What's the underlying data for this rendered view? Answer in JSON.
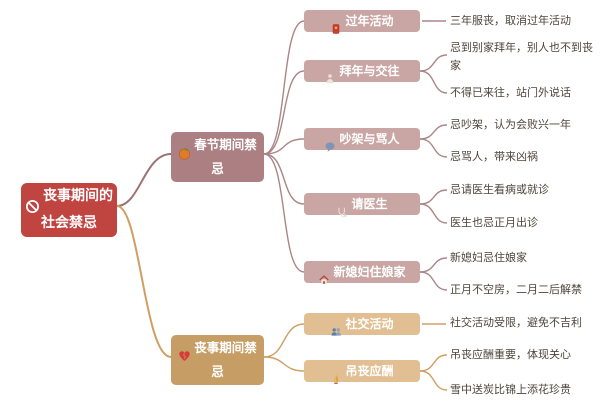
{
  "root": {
    "label": "丧事期间的社会禁忌",
    "icon": "prohibition-icon"
  },
  "branches": [
    {
      "label": "春节期间禁忌",
      "icon": "orange-icon",
      "children": [
        {
          "label": "过年活动",
          "icon": "red-envelope-icon",
          "leaves": [
            "三年服丧，取消过年活动"
          ]
        },
        {
          "label": "拜年与交往",
          "icon": "person-icon",
          "leaves": [
            "忌到别家拜年，别人也不到丧家",
            "不得已来往，站门外说话"
          ]
        },
        {
          "label": "吵架与骂人",
          "icon": "speech-bubble-icon",
          "leaves": [
            "忌吵架，认为会败兴一年",
            "忌骂人，带来凶祸"
          ]
        },
        {
          "label": "请医生",
          "icon": "stethoscope-icon",
          "leaves": [
            "忌请医生看病或就诊",
            "医生也忌正月出诊"
          ]
        },
        {
          "label": "新媳妇住娘家",
          "icon": "house-icon",
          "leaves": [
            "新媳妇忌住娘家",
            "正月不空房，二月二后解禁"
          ]
        }
      ]
    },
    {
      "label": "丧事期间禁忌",
      "icon": "broken-heart-icon",
      "children": [
        {
          "label": "社交活动",
          "icon": "people-icon",
          "leaves": [
            "社交活动受限，避免不吉利"
          ]
        },
        {
          "label": "吊丧应酬",
          "icon": "folded-hands-icon",
          "leaves": [
            "吊丧应酬重要，体现关心",
            "雪中送炭比锦上添花珍贵"
          ]
        }
      ]
    }
  ],
  "colors": {
    "root_bg": "#c04440",
    "branch1_bg": "#ac8082",
    "branch1_child_bg": "#c9a6a3",
    "branch1_line": "#ab8688",
    "root_top_line": "#9b7375",
    "branch2_bg": "#c79d66",
    "branch2_child_bg": "#e1bf93",
    "branch2_line": "#cf9f63",
    "leaf_text": "#4e453c"
  }
}
